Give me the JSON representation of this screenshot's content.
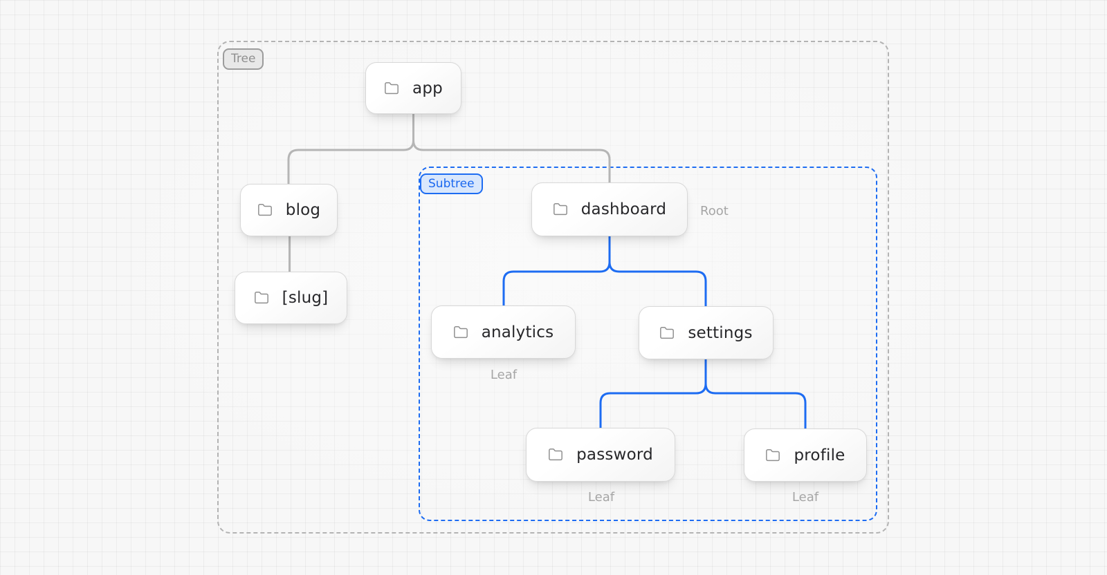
{
  "colors": {
    "accent_blue": "#1d6cf2",
    "edge_gray": "#b5b5b5",
    "node_text": "#27272a",
    "annotation_gray": "#a5a5a5"
  },
  "tree": {
    "badge": "Tree",
    "subtree_badge": "Subtree",
    "nodes": [
      {
        "id": "app",
        "label": "app",
        "icon": "folder"
      },
      {
        "id": "blog",
        "label": "blog",
        "icon": "folder"
      },
      {
        "id": "slug",
        "label": "[slug]",
        "icon": "folder"
      },
      {
        "id": "dashboard",
        "label": "dashboard",
        "icon": "folder",
        "annotation": "Root"
      },
      {
        "id": "analytics",
        "label": "analytics",
        "icon": "folder",
        "annotation": "Leaf"
      },
      {
        "id": "settings",
        "label": "settings",
        "icon": "folder"
      },
      {
        "id": "password",
        "label": "password",
        "icon": "folder",
        "annotation": "Leaf"
      },
      {
        "id": "profile",
        "label": "profile",
        "icon": "folder",
        "annotation": "Leaf"
      }
    ],
    "edges": [
      {
        "from": "app",
        "to": "blog",
        "color": "gray"
      },
      {
        "from": "app",
        "to": "dashboard",
        "color": "gray"
      },
      {
        "from": "blog",
        "to": "[slug]",
        "color": "gray"
      },
      {
        "from": "dashboard",
        "to": "analytics",
        "color": "blue"
      },
      {
        "from": "dashboard",
        "to": "settings",
        "color": "blue"
      },
      {
        "from": "settings",
        "to": "password",
        "color": "blue"
      },
      {
        "from": "settings",
        "to": "profile",
        "color": "blue"
      }
    ]
  }
}
